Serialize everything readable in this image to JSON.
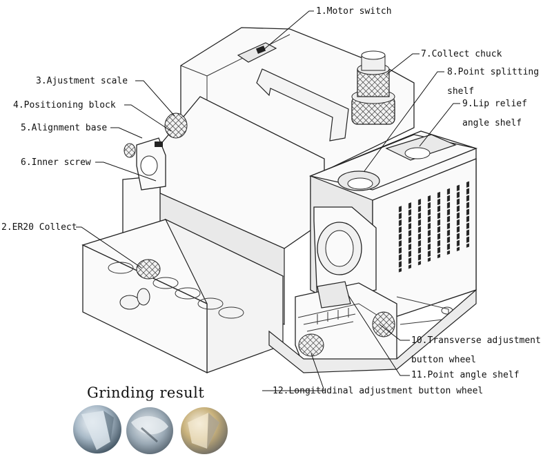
{
  "labels": {
    "l1": "1.Motor switch",
    "l2": "2.ER20 Collect",
    "l3": "3.Ajustment scale",
    "l4": "4.Positioning block",
    "l5": "5.Alignment base",
    "l6": "6.Inner screw",
    "l7": "7.Collect chuck",
    "l8a": "8.Point splitting",
    "l8b": "shelf",
    "l9a": "9.Lip relief",
    "l9b": "angle shelf",
    "l10a": "10.Transverse adjustment",
    "l10b": "button wheel",
    "l11": "11.Point angle shelf",
    "l12": "12.Longitudinal adjustment button wheel"
  },
  "result_title": "Grinding result",
  "colors": {
    "line": "#222222",
    "steel_light": "#e6eef4",
    "steel_mid": "#9fb3c2",
    "steel_dark": "#4f6270",
    "gold": "#c9a55a"
  }
}
